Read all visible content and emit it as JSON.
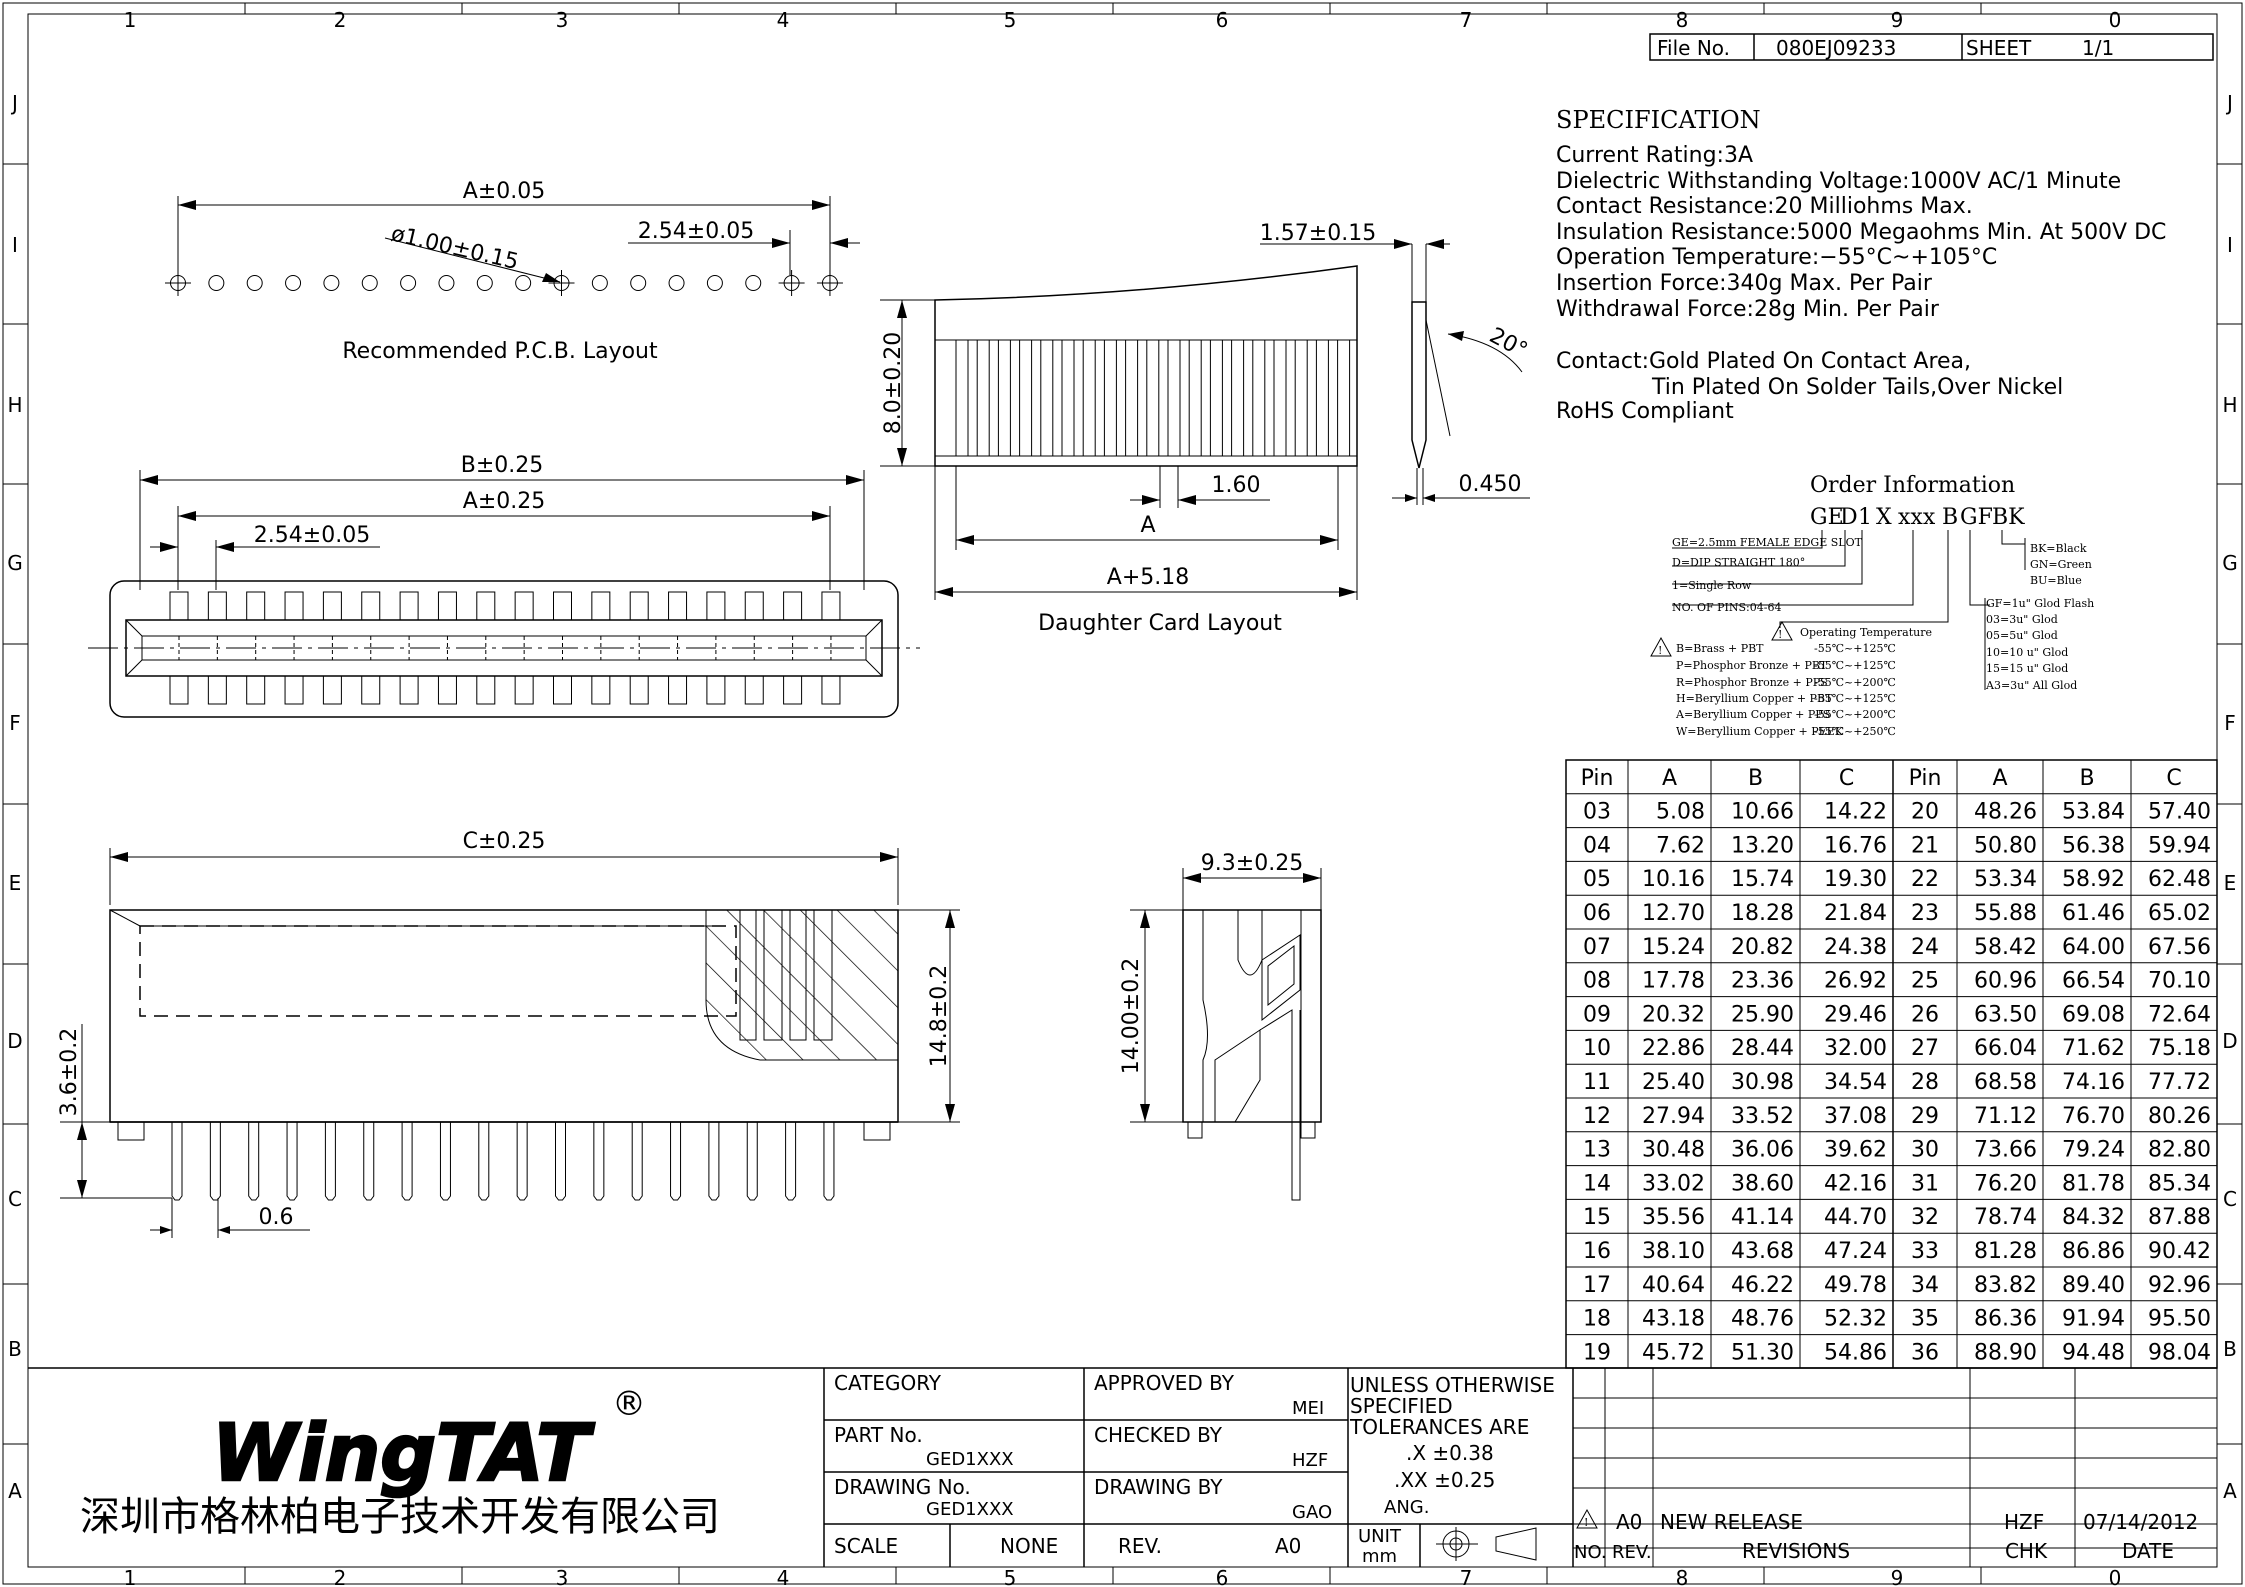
{
  "border": {
    "columns": [
      "1",
      "2",
      "3",
      "4",
      "5",
      "6",
      "7",
      "8",
      "9",
      "0"
    ],
    "rows": [
      "J",
      "I",
      "H",
      "G",
      "F",
      "E",
      "D",
      "C",
      "B",
      "A"
    ]
  },
  "file_block": {
    "file_label": "File No.",
    "file_no": "080EJ09233",
    "sheet_label": "SHEET",
    "sheet": "1/1"
  },
  "spec": {
    "title": "SPECIFICATION",
    "lines": [
      "Current Rating:3A",
      "Dielectric Withstanding Voltage:1000V AC/1 Minute",
      "Contact Resistance:20 Milliohms Max.",
      "Insulation Resistance:5000 Megaohms Min. At 500V DC",
      "Operation Temperature:−55°C~+105°C",
      "Insertion Force:340g Max. Per Pair",
      "Withdrawal Force:28g Min. Per Pair"
    ],
    "contact_1": "Contact:Gold Plated On Contact Area,",
    "contact_2": "Tin Plated On Solder Tails,Over Nickel",
    "rohs": "RoHS Compliant"
  },
  "order": {
    "title": "Order Information",
    "code": [
      "GE",
      "D",
      "1",
      "X",
      "xxx",
      "B",
      "GF",
      "BK"
    ],
    "left_notes": [
      "GE=2.5mm FEMALE EDGE SLOT",
      "D=DIP STRAIGHT 180°",
      "1=Single Row",
      "NO. OF PINS:04-64"
    ],
    "colors": [
      "BK=Black",
      "GN=Green",
      "BU=Blue"
    ],
    "plating": [
      "GF=1u\" Glod Flash",
      "03=3u\" Glod",
      "05=5u\" Glod",
      "10=10 u\" Glod",
      "15=15 u\" Glod",
      "A3=3u\" All Glod"
    ],
    "op_temp_title": "Operating Temperature",
    "materials": [
      "B=Brass + PBT",
      "P=Phosphor Bronze + PBT",
      "R=Phosphor Bronze + PPS",
      "H=Beryllium Copper + PBT",
      "A=Beryllium Copper + PPS",
      "W=Beryllium Copper + PEEK"
    ],
    "temps": [
      "-55℃~+125℃",
      "-55℃~+125℃",
      "-55℃~+200℃",
      "-55℃~+125℃",
      "-55℃~+200℃",
      "-55℃~+250℃"
    ]
  },
  "dims": {
    "pcb_a": "A±0.05",
    "pcb_hole": "ø1.00±0.15",
    "pcb_pitch": "2.54±0.05",
    "pcb_caption": "Recommended P.C.B. Layout",
    "top_b": "B±0.25",
    "top_a": "A±0.25",
    "top_pitch": "2.54±0.05",
    "card_h": "8.0±0.20",
    "card_w160": "1.60",
    "card_a": "A",
    "card_a518": "A+5.18",
    "card_caption": "Daughter Card Layout",
    "card_thk": "1.57±0.15",
    "card_angle": "20°",
    "card_tip": "0.450",
    "front_c": "C±0.25",
    "front_h": "14.8±0.2",
    "front_tail": "3.6±0.2",
    "front_pin": "0.6",
    "side_w": "9.3±0.25",
    "side_h": "14.00±0.2"
  },
  "pin_table": {
    "headers": [
      "Pin",
      "A",
      "B",
      "C",
      "Pin",
      "A",
      "B",
      "C"
    ],
    "rows": [
      [
        "03",
        "5.08",
        "10.66",
        "14.22",
        "20",
        "48.26",
        "53.84",
        "57.40"
      ],
      [
        "04",
        "7.62",
        "13.20",
        "16.76",
        "21",
        "50.80",
        "56.38",
        "59.94"
      ],
      [
        "05",
        "10.16",
        "15.74",
        "19.30",
        "22",
        "53.34",
        "58.92",
        "62.48"
      ],
      [
        "06",
        "12.70",
        "18.28",
        "21.84",
        "23",
        "55.88",
        "61.46",
        "65.02"
      ],
      [
        "07",
        "15.24",
        "20.82",
        "24.38",
        "24",
        "58.42",
        "64.00",
        "67.56"
      ],
      [
        "08",
        "17.78",
        "23.36",
        "26.92",
        "25",
        "60.96",
        "66.54",
        "70.10"
      ],
      [
        "09",
        "20.32",
        "25.90",
        "29.46",
        "26",
        "63.50",
        "69.08",
        "72.64"
      ],
      [
        "10",
        "22.86",
        "28.44",
        "32.00",
        "27",
        "66.04",
        "71.62",
        "75.18"
      ],
      [
        "11",
        "25.40",
        "30.98",
        "34.54",
        "28",
        "68.58",
        "74.16",
        "77.72"
      ],
      [
        "12",
        "27.94",
        "33.52",
        "37.08",
        "29",
        "71.12",
        "76.70",
        "80.26"
      ],
      [
        "13",
        "30.48",
        "36.06",
        "39.62",
        "30",
        "73.66",
        "79.24",
        "82.80"
      ],
      [
        "14",
        "33.02",
        "38.60",
        "42.16",
        "31",
        "76.20",
        "81.78",
        "85.34"
      ],
      [
        "15",
        "35.56",
        "41.14",
        "44.70",
        "32",
        "78.74",
        "84.32",
        "87.88"
      ],
      [
        "16",
        "38.10",
        "43.68",
        "47.24",
        "33",
        "81.28",
        "86.86",
        "90.42"
      ],
      [
        "17",
        "40.64",
        "46.22",
        "49.78",
        "34",
        "83.82",
        "89.40",
        "92.96"
      ],
      [
        "18",
        "43.18",
        "48.76",
        "52.32",
        "35",
        "86.36",
        "91.94",
        "95.50"
      ],
      [
        "19",
        "45.72",
        "51.30",
        "54.86",
        "36",
        "88.90",
        "94.48",
        "98.04"
      ]
    ]
  },
  "title_block": {
    "logo": "WingTAT",
    "registered": "®",
    "company": "深圳市格林柏电子技术开发有限公司",
    "category_label": "CATEGORY",
    "part_label": "PART No.",
    "part_no": "GED1XXX",
    "drawing_label": "DRAWING No.",
    "drawing_no": "GED1XXX",
    "scale_label": "SCALE",
    "scale": "NONE",
    "approved_label": "APPROVED BY",
    "approved": "MEI",
    "checked_label": "CHECKED BY",
    "checked": "HZF",
    "drawn_label": "DRAWING BY",
    "drawn": "GAO",
    "rev_label": "REV.",
    "rev": "A0",
    "tol_1": "UNLESS OTHERWISE",
    "tol_2": "SPECIFIED",
    "tol_3": "TOLERANCES ARE",
    "tol_x": ".X  ±0.38",
    "tol_xx": ".XX  ±0.25",
    "tol_ang": "ANG.",
    "unit_label": "UNIT",
    "unit": "mm"
  },
  "revisions": {
    "row_rev": "A0",
    "row_desc": "NEW RELEASE",
    "row_chk": "HZF",
    "row_date": "07/14/2012",
    "h_no": "NO.",
    "h_rev": "REV.",
    "h_revisions": "REVISIONS",
    "h_chk": "CHK",
    "h_date": "DATE"
  }
}
